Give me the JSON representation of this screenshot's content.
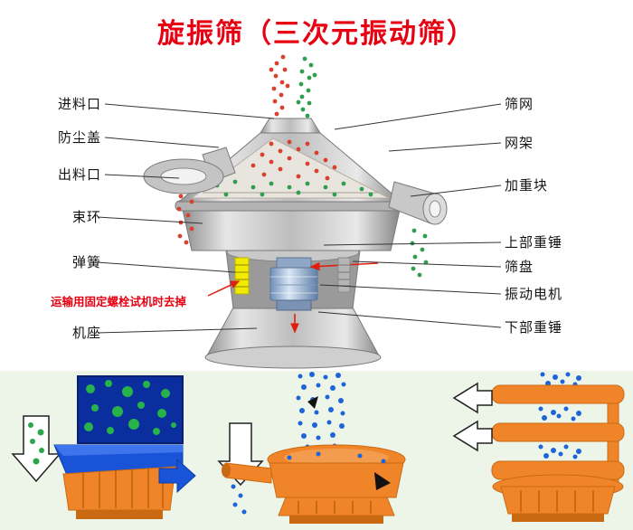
{
  "title": "旋振筛（三次元振动筛）",
  "machine_labels": {
    "left": [
      "进料口",
      "防尘盖",
      "出料口",
      "束环",
      "弹簧",
      "机座"
    ],
    "warning": "运输用固定螺栓试机时去掉",
    "right": [
      "筛网",
      "网架",
      "加重块",
      "上部重锤",
      "筛盘",
      "振动电机",
      "下部重锤"
    ]
  },
  "colors": {
    "title_red": "#e60012",
    "warning_red": "#e60012",
    "label_text": "#141414",
    "machine_orange": "#f08428",
    "machine_orange_dark": "#c96a12",
    "material_blue": "#1d64d8",
    "hopper_navy": "#0a2e9e",
    "particle_green": "#2aa64c",
    "particle_red": "#d9402e",
    "bolt_yellow": "#f2ea00",
    "bottom_bg": "#edf5e9"
  }
}
